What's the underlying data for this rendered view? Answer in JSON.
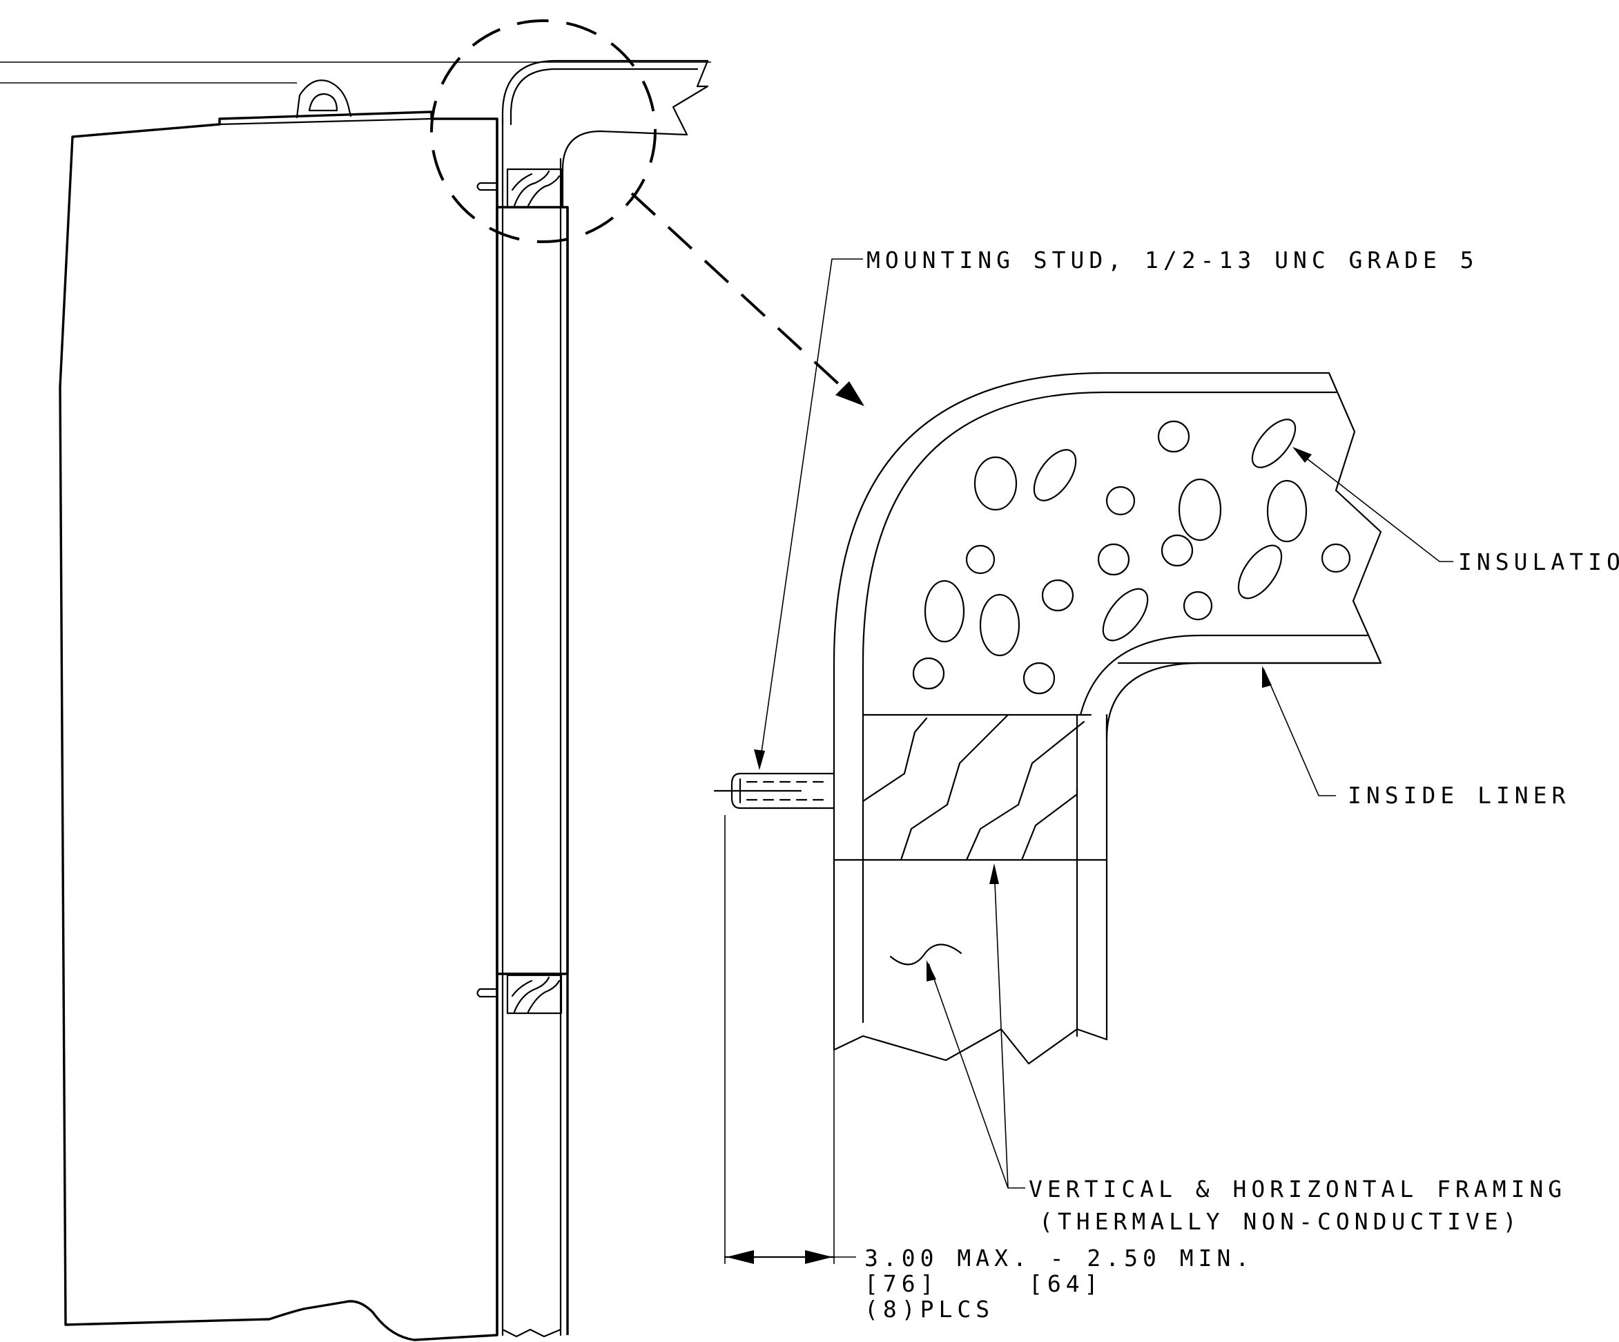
{
  "callouts": {
    "mounting_stud": "MOUNTING STUD, 1/2-13 UNC GRADE 5",
    "insulation": "INSULATION",
    "inside_liner": "INSIDE LINER",
    "framing_line1": "VERTICAL & HORIZONTAL FRAMING",
    "framing_line2": "(THERMALLY NON-CONDUCTIVE)"
  },
  "dimension": {
    "imperial": "3.00 MAX. - 2.50 MIN.",
    "metric_max": "[76]",
    "metric_min": "[64]",
    "quantity": "(8)PLCS"
  }
}
